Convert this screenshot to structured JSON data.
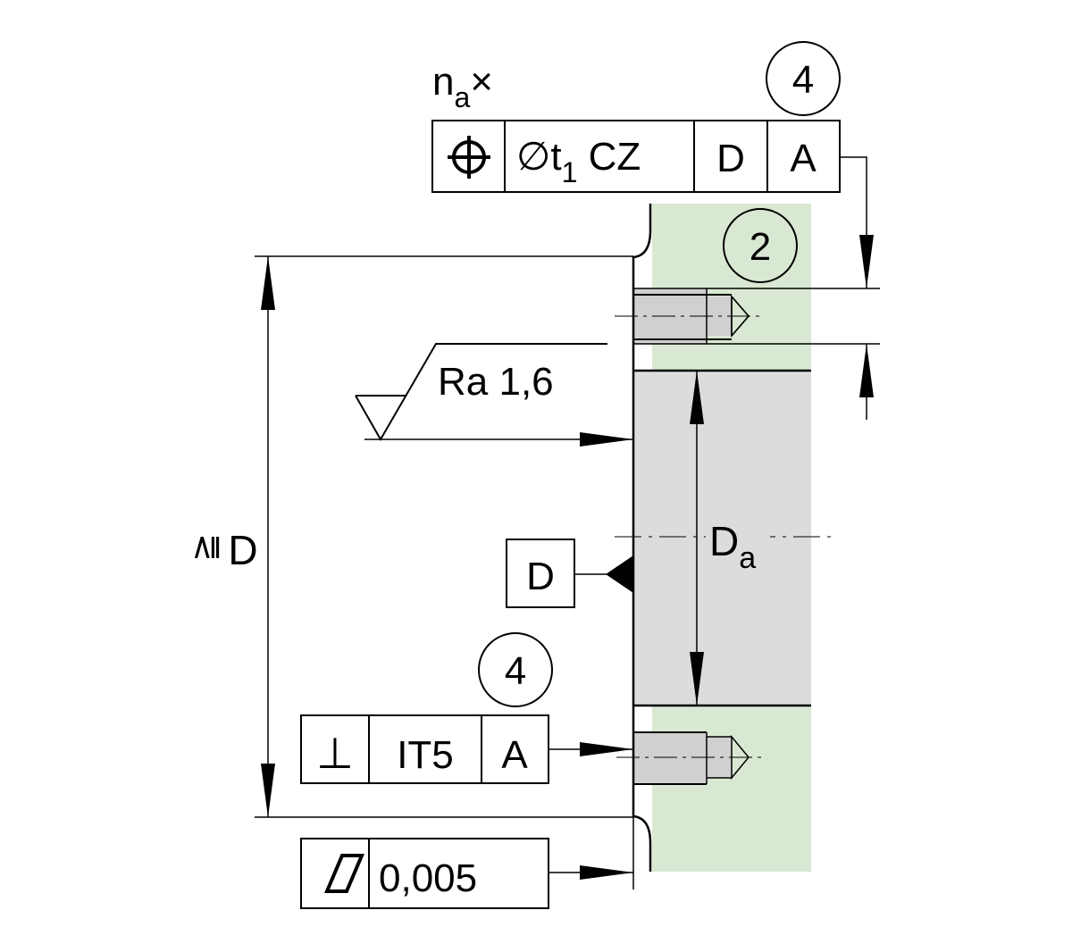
{
  "colors": {
    "green_zone": "#d9e8d2",
    "bore_gray": "#dcdcdc",
    "screw_gray": "#d0d0d0",
    "line": "#000000"
  },
  "top_frame": {
    "multiplier_n": "n",
    "multiplier_sub": "a",
    "multiplier_times": "×",
    "symbol_icon": "position-symbol-icon",
    "tolerance_prefix": "∅t",
    "tolerance_sub": "1",
    "tolerance_suffix": " CZ",
    "datum_1": "D",
    "datum_2": "A",
    "balloon": "4"
  },
  "balloon_2": "2",
  "surface_finish": {
    "icon": "surface-roughness-symbol-icon",
    "label": "Ra 1,6"
  },
  "dimension_D": {
    "prefix": "≧",
    "label": "D"
  },
  "dimension_Da": {
    "label": "D",
    "sub": "a"
  },
  "datum_D": {
    "label": "D",
    "icon": "datum-triangle-icon"
  },
  "perpendicularity_frame": {
    "balloon": "4",
    "symbol": "⊥",
    "tolerance": "IT5",
    "datum": "A"
  },
  "flatness_frame": {
    "icon": "flatness-parallelogram-icon",
    "tolerance": "0,005"
  }
}
